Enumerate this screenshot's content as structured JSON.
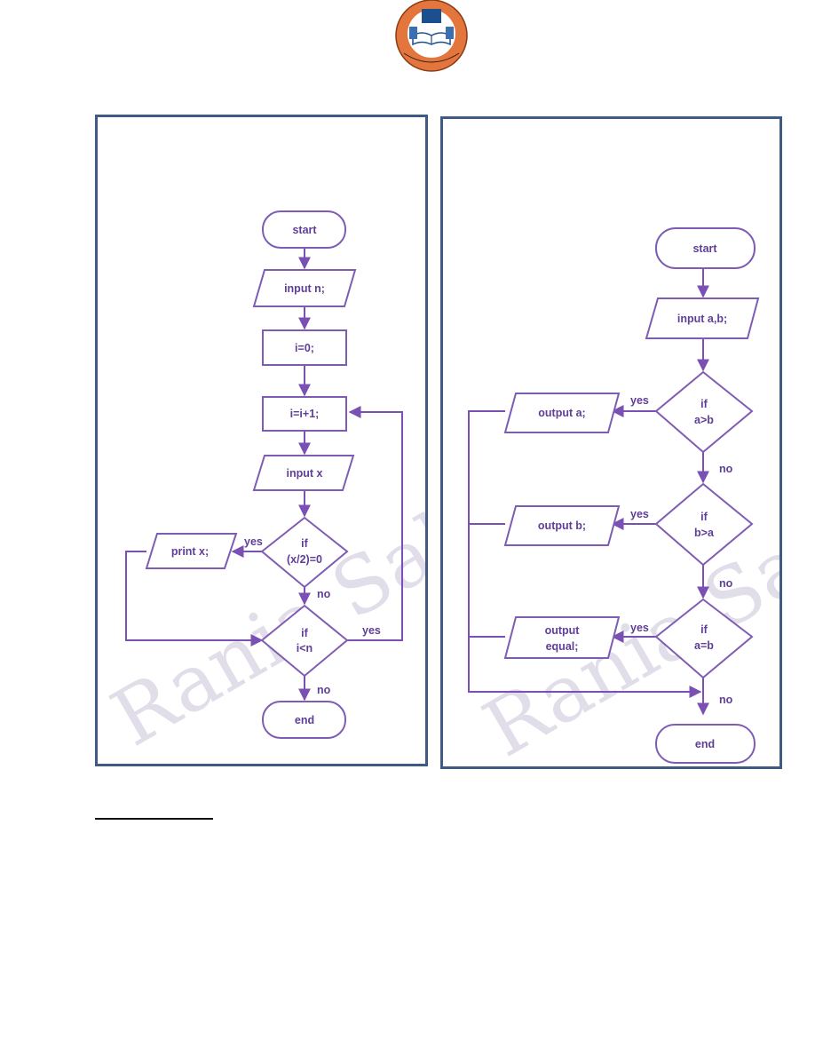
{
  "logo": {
    "colors": {
      "ring": "#e2763c",
      "inner": "#ffffff",
      "accent": "#1c4f8e"
    }
  },
  "left_flowchart": {
    "watermark": "Rania Saleem Ali",
    "nodes": {
      "start": "start",
      "input_n": "input n;",
      "i_zero": "i=0;",
      "i_inc": "i=i+1;",
      "input_x": "input x",
      "if1": {
        "l1": "if",
        "l2": "(x/2)=0"
      },
      "print_x": "print x;",
      "if2": {
        "l1": "if",
        "l2": "i<n"
      },
      "end": "end"
    },
    "edges": {
      "if1_yes": "yes",
      "if1_no": "no",
      "if2_yes": "yes",
      "if2_no": "no"
    }
  },
  "right_flowchart": {
    "watermark": "Rania Saleem Ali",
    "nodes": {
      "start": "start",
      "input_ab": "input a,b;",
      "if_agtb": {
        "l1": "if",
        "l2": "a>b"
      },
      "output_a": "output a;",
      "if_bgta": {
        "l1": "if",
        "l2": "b>a"
      },
      "output_b": "output b;",
      "if_aeqb": {
        "l1": "if",
        "l2": "a=b"
      },
      "output_equal": {
        "l1": "output",
        "l2": "equal;"
      },
      "end": "end"
    },
    "edges": {
      "d1_yes": "yes",
      "d1_no": "no",
      "d2_yes": "yes",
      "d2_no": "no",
      "d3_yes": "yes",
      "d3_no": "no"
    }
  },
  "colors": {
    "node_stroke": "#7e5cb3",
    "edge": "#7a50b4",
    "text": "#5f3e98",
    "panel_border": "#3f5b84"
  }
}
